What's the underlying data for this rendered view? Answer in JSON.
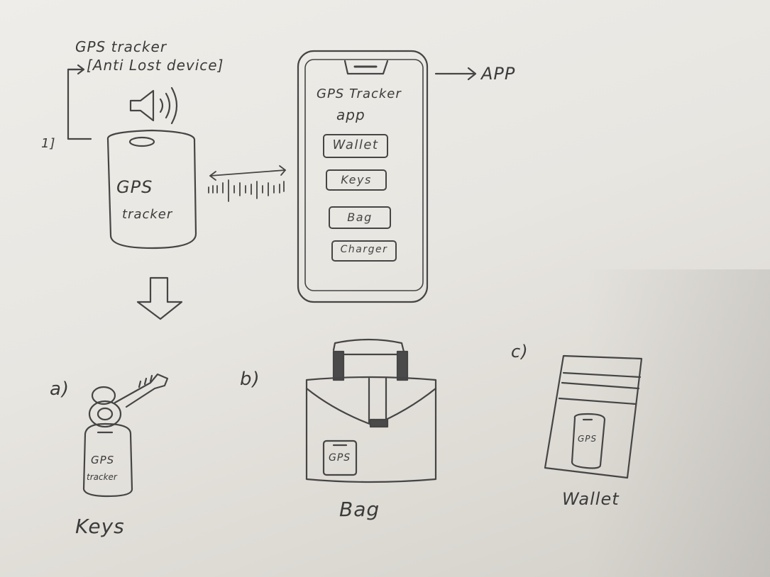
{
  "device": {
    "title_line1": "GPS tracker",
    "title_line2": "[Anti Lost device]",
    "step_label": "1]",
    "tracker_text_1": "GPS",
    "tracker_text_2": "tracker"
  },
  "phone": {
    "side_label": "APP",
    "app_title_1": "GPS Tracker",
    "app_title_2": "app",
    "buttons": [
      "Wallet",
      "Keys",
      "Bag",
      "Charger"
    ]
  },
  "examples": [
    {
      "marker": "a)",
      "caption": "Keys",
      "tag_text_1": "GPS",
      "tag_text_2": "tracker"
    },
    {
      "marker": "b)",
      "caption": "Bag",
      "tag_text_1": "GPS"
    },
    {
      "marker": "c)",
      "caption": "Wallet",
      "tag_text_1": "GPS"
    }
  ]
}
